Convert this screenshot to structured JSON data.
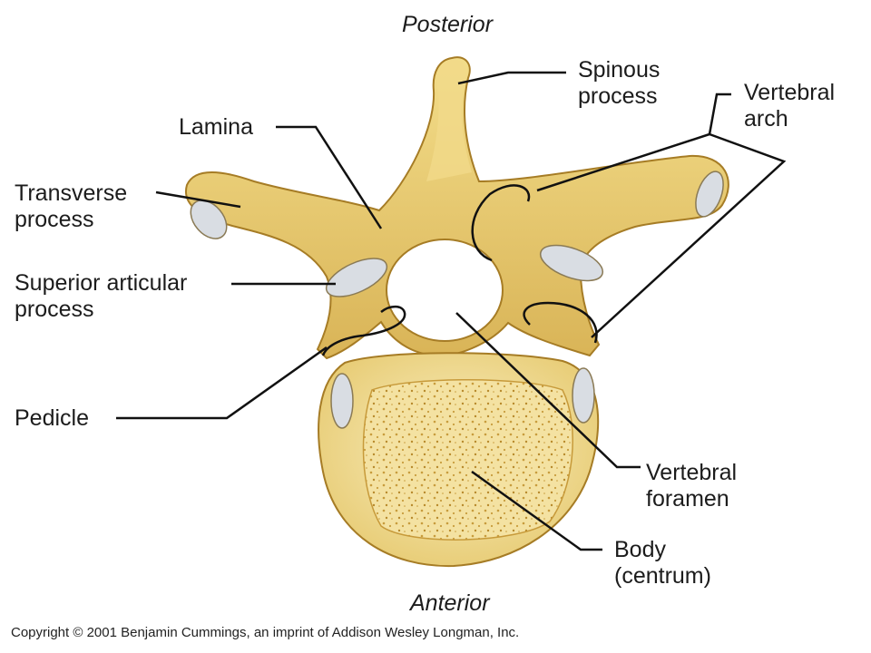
{
  "orientation": {
    "top": "Posterior",
    "bottom": "Anterior"
  },
  "labels": {
    "spinous_process": "Spinous\nprocess",
    "vertebral_arch": "Vertebral\narch",
    "lamina": "Lamina",
    "transverse_process": "Transverse\nprocess",
    "superior_articular_process": "Superior articular\nprocess",
    "pedicle": "Pedicle",
    "vertebral_foramen": "Vertebral\nforamen",
    "body": "Body\n(centrum)"
  },
  "copyright": "Copyright © 2001 Benjamin Cummings, an imprint of Addison Wesley Longman, Inc.",
  "colors": {
    "bone_light": "#f6e6a6",
    "bone_mid": "#e8cc6c",
    "bone_dark": "#b88a2c",
    "cartilage": "#d9dde3",
    "leader_line": "#111111"
  }
}
